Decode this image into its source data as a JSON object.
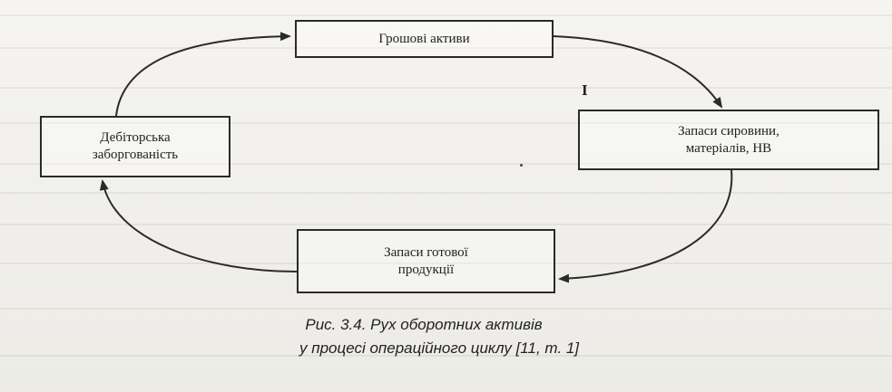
{
  "diagram": {
    "nodes": {
      "cash": "Грошові активи",
      "inventory_raw": "Запаси сировини,\nматеріалів, НВ",
      "inventory_finished": "Запаси готової\nпродукції",
      "receivables": "Дебіторська\nзаборгованість"
    },
    "center_label": "I"
  },
  "caption": {
    "line1": "Рис. 3.4. Рух оборотних активів",
    "line2": "у процесі операційного циклу [11, т. 1]"
  },
  "colors": {
    "ink": "#2a2a2a",
    "paper": "#f3f2ee"
  }
}
